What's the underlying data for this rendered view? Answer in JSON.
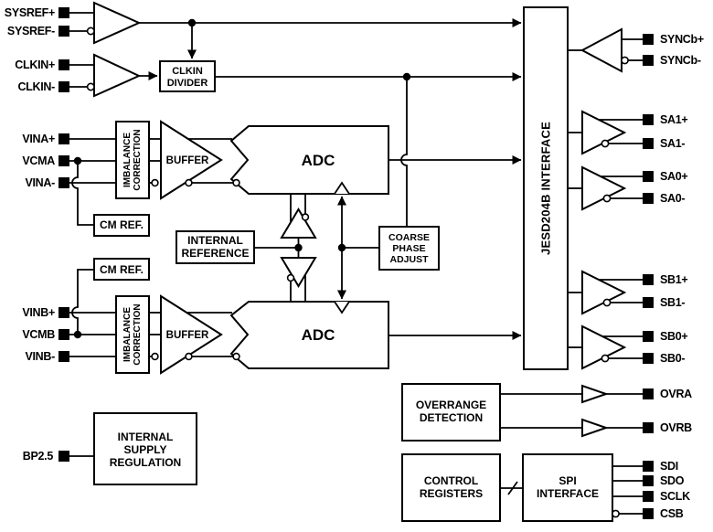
{
  "diagram_title": "ADC functional block diagram",
  "colors": {
    "line": "#000000",
    "background": "#ffffff"
  },
  "pins": {
    "left": {
      "sysref_p": "SYSREF+",
      "sysref_n": "SYSREF-",
      "clkin_p": "CLKIN+",
      "clkin_n": "CLKIN-",
      "vina_p": "VINA+",
      "vcma": "VCMA",
      "vina_n": "VINA-",
      "vinb_p": "VINB+",
      "vcmb": "VCMB",
      "vinb_n": "VINB-",
      "bp25": "BP2.5"
    },
    "right": {
      "syncb_p": "SYNCb+",
      "syncb_n": "SYNCb-",
      "sa1_p": "SA1+",
      "sa1_n": "SA1-",
      "sa0_p": "SA0+",
      "sa0_n": "SA0-",
      "sb1_p": "SB1+",
      "sb1_n": "SB1-",
      "sb0_p": "SB0+",
      "sb0_n": "SB0-",
      "ovra": "OVRA",
      "ovrb": "OVRB",
      "sdi": "SDI",
      "sdo": "SDO",
      "sclk": "SCLK",
      "csb": "CSB"
    }
  },
  "blocks": {
    "clkin_divider": {
      "line1": "CLKIN",
      "line2": "DIVIDER"
    },
    "imbalance_a": {
      "line1": "IMBALANCE",
      "line2": "CORRECTION"
    },
    "imbalance_b": {
      "line1": "IMBALANCE",
      "line2": "CORRECTION"
    },
    "buffer_a": "BUFFER",
    "buffer_b": "BUFFER",
    "adc_a": "ADC",
    "adc_b": "ADC",
    "cm_ref_a": "CM REF.",
    "cm_ref_b": "CM REF.",
    "internal_reference": {
      "line1": "INTERNAL",
      "line2": "REFERENCE"
    },
    "coarse_phase_adjust": {
      "line1": "COARSE",
      "line2": "PHASE",
      "line3": "ADJUST"
    },
    "jesd": "JESD204B INTERFACE",
    "overrange": {
      "line1": "OVERRANGE",
      "line2": "DETECTION"
    },
    "control_registers": {
      "line1": "CONTROL",
      "line2": "REGISTERS"
    },
    "spi": {
      "line1": "SPI",
      "line2": "INTERFACE"
    },
    "supply": {
      "line1": "INTERNAL",
      "line2": "SUPPLY",
      "line3": "REGULATION"
    }
  }
}
